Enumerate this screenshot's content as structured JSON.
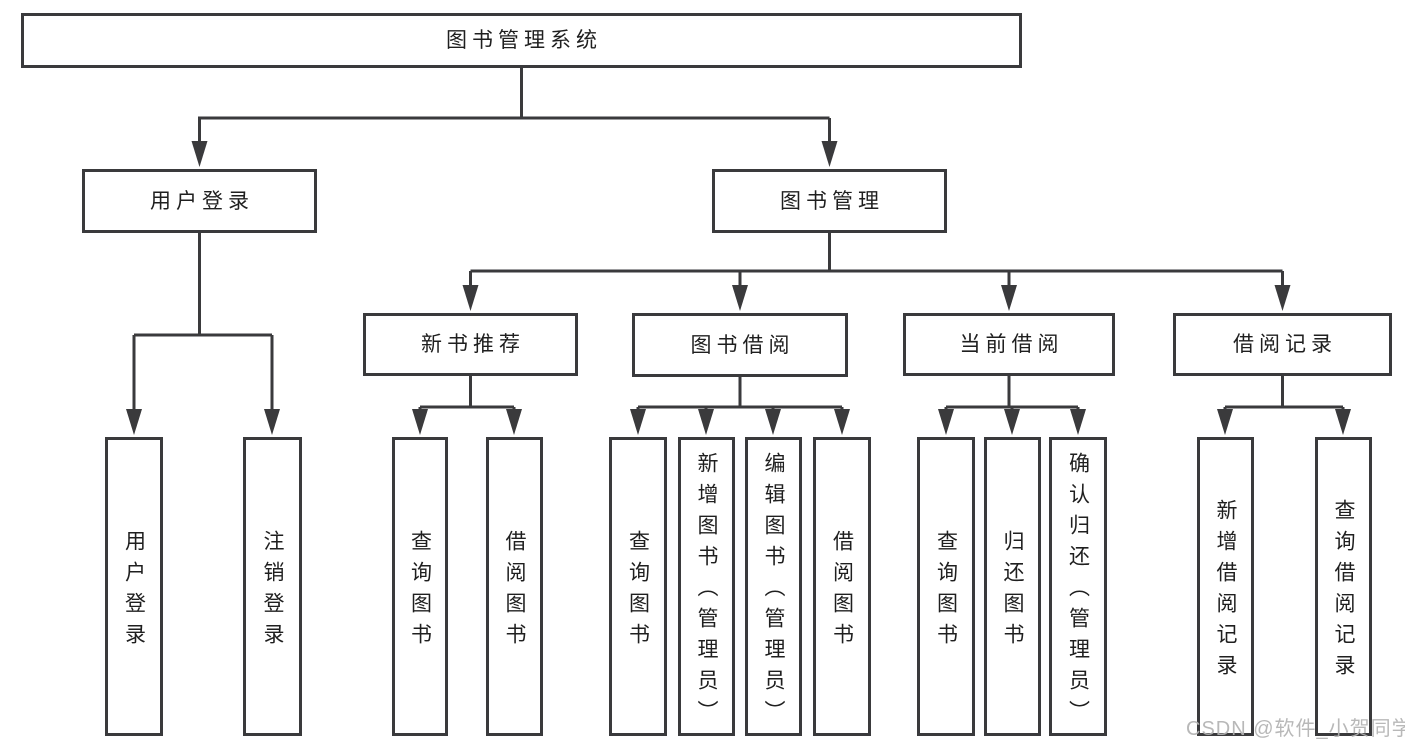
{
  "diagram": {
    "root": "图书管理系统",
    "level2": [
      {
        "label": "用户登录",
        "leaves": [
          "用户登录",
          "注销登录"
        ]
      },
      {
        "label": "图书管理",
        "groups": [
          {
            "label": "新书推荐",
            "leaves": [
              "查询图书",
              "借阅图书"
            ]
          },
          {
            "label": "图书借阅",
            "leaves": [
              "查询图书",
              "新增图书（管理员）",
              "编辑图书（管理员）",
              "借阅图书"
            ]
          },
          {
            "label": "当前借阅",
            "leaves": [
              "查询图书",
              "归还图书",
              "确认归还（管理员）"
            ]
          },
          {
            "label": "借阅记录",
            "leaves": [
              "新增借阅记录",
              "查询借阅记录"
            ]
          }
        ]
      }
    ],
    "watermark": "CSDN @软件_小贺同学",
    "colors": {
      "line": "#3a3a3c",
      "text": "#1f1f1f",
      "watermark": "#b2b2b2",
      "background": "#ffffff"
    }
  }
}
